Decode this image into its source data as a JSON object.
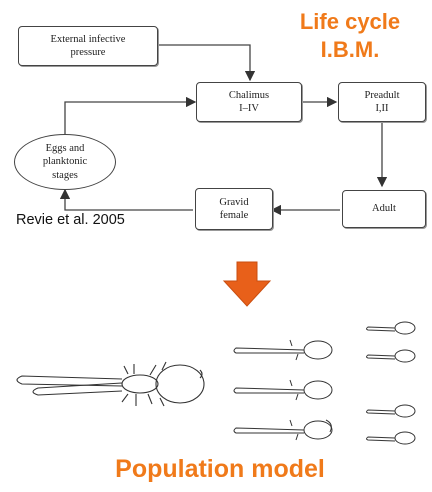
{
  "title": {
    "line1": "Life cycle",
    "line2": "I.B.M."
  },
  "boxes": {
    "external": {
      "line1": "External infective",
      "line2": "pressure"
    },
    "chalimus": {
      "line1": "Chalimus",
      "line2": "I–IV"
    },
    "preadult": {
      "line1": "Preadult",
      "line2": "I,II"
    },
    "eggs": {
      "line1": "Eggs and",
      "line2": "planktonic",
      "line3": "stages"
    },
    "gravid": {
      "line1": "Gravid",
      "line2": "female"
    },
    "adult": {
      "line1": "Adult"
    }
  },
  "citation": "Revie et al. 2005",
  "footer": "Population model",
  "colors": {
    "accent": "#f07a1a",
    "arrow_down": "#e8601a"
  }
}
